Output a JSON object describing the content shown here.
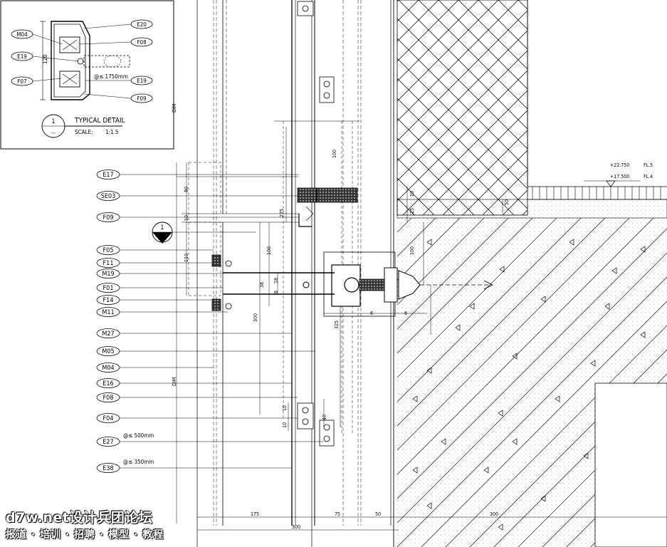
{
  "detail_box": {
    "title": "TYPICAL DETAIL",
    "scale_label": "SCALE:",
    "scale_value": "1:1.5",
    "circle_number": "1",
    "circle_sub": "--",
    "dim_height": "120",
    "spacing_note": "@≤ 1750mm",
    "tags_left": [
      "M04",
      "E19",
      "F07"
    ],
    "tags_right": [
      "E20",
      "F08",
      "E19",
      "F09"
    ]
  },
  "section_marker": "1",
  "left_tags": [
    "E17",
    "SE03",
    "F09",
    "F05",
    "F11",
    "M19",
    "F01",
    "F14",
    "M11",
    "M27",
    "M05",
    "M04",
    "E16",
    "F08",
    "F04",
    "E27",
    "E38"
  ],
  "notes": {
    "e27": "@≤ 500mm",
    "e38": "@≤ 350mm"
  },
  "levels": {
    "level1": "+22.750",
    "fl1": "FL.5",
    "level2": "+17.500",
    "fl2": "FL.4"
  },
  "dims": {
    "dim_a": "DIM",
    "dim_b": "DIM",
    "v80": "80",
    "v10": "10",
    "v110": "110",
    "v100_top": "100",
    "v20": "20",
    "v275": "275",
    "v25": "25",
    "v100_mid": "100",
    "v100_right": "100",
    "v18": "18",
    "v38": "38",
    "v8": "8",
    "v300": "300",
    "v325": "325",
    "v6a": "6",
    "v6b": "6",
    "v10a": "10",
    "v10b": "10",
    "v40": "40",
    "v50": "50",
    "b175": "175",
    "b75": "75",
    "b50": "50",
    "b300": "300",
    "b_total": "300"
  },
  "watermark": {
    "line1": "d7w.net设计兵团论坛",
    "line2": "报道 · 培训 · 招聘 · 模型 · 教程"
  }
}
